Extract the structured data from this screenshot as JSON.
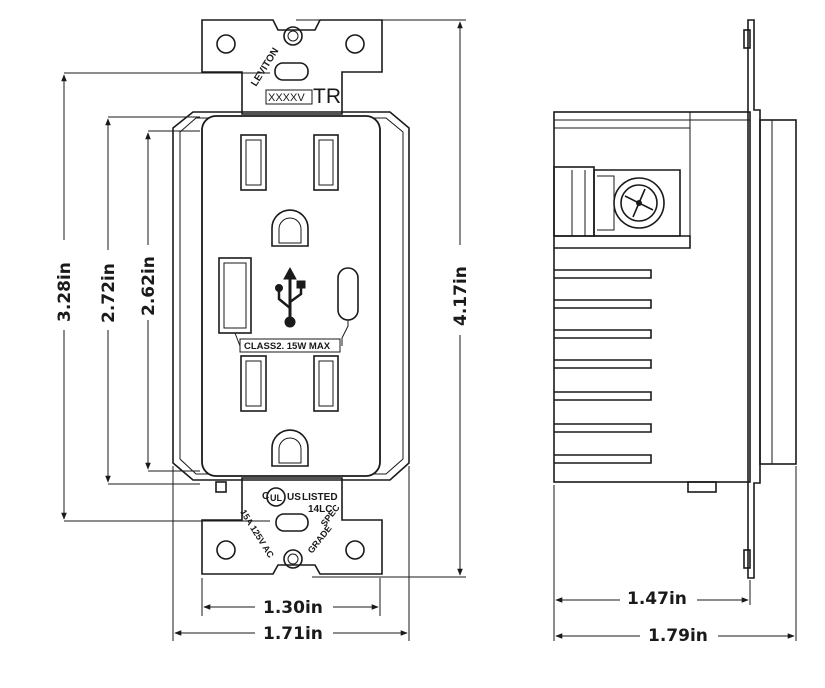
{
  "front_view": {
    "brand": "LEVITON",
    "code_box": "XXXXV",
    "tr_mark": "TR",
    "usb_rating": "CLASS2. 15W MAX",
    "ul_mark": "UL",
    "ul_c": "C",
    "ul_us": "US",
    "listed": "LISTED",
    "listing_code": "14LC",
    "rating": "15A 125V AC",
    "spec1": "SPEC",
    "spec2": "GRADE"
  },
  "dimensions": {
    "overall_height": "4.17in",
    "strap_height": "3.28in",
    "body_height": "2.72in",
    "face_height": "2.62in",
    "face_width": "1.30in",
    "body_width": "1.71in",
    "side_depth": "1.47in",
    "overall_depth": "1.79in"
  },
  "icons": {
    "usb": "usb-icon",
    "screw": "terminal-screw-icon",
    "ul": "ul-listing-icon"
  },
  "colors": {
    "line": "#1a1a1a",
    "background": "#ffffff"
  }
}
